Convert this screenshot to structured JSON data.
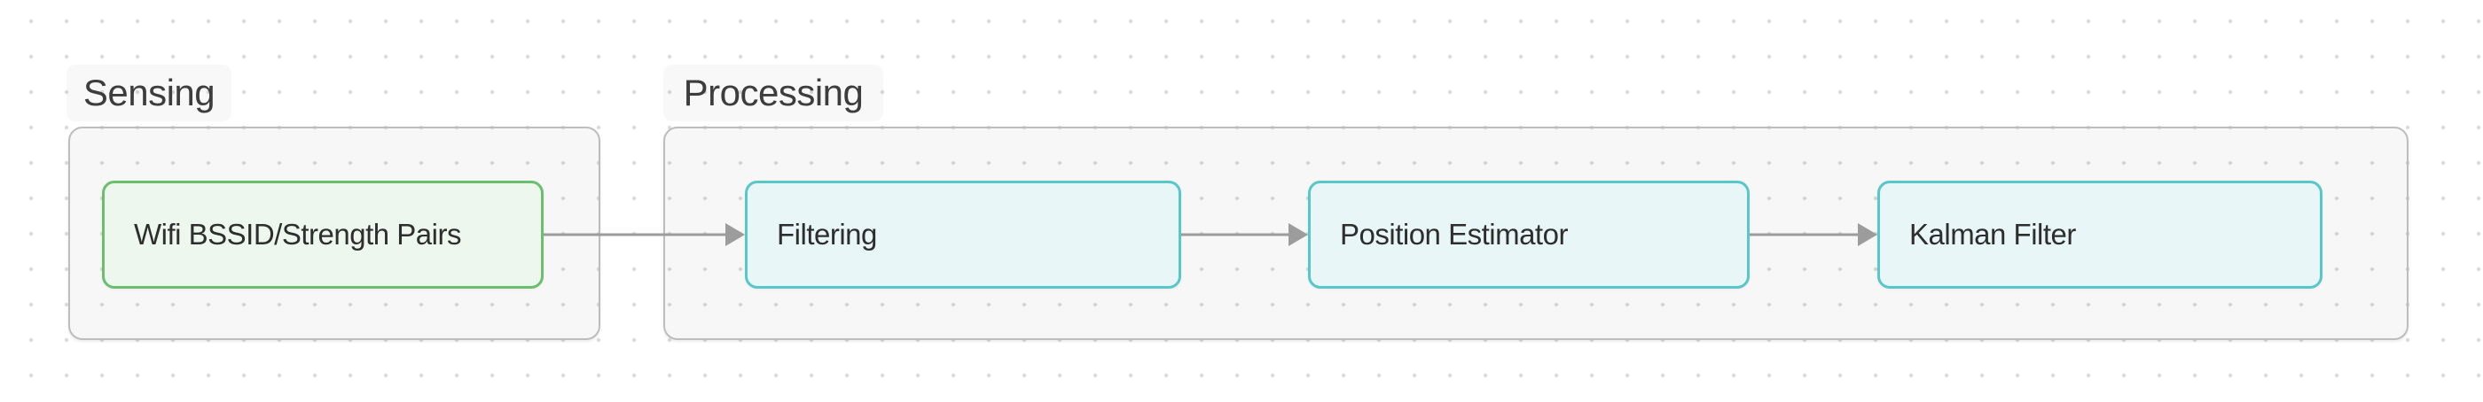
{
  "groups": [
    {
      "label": "Sensing"
    },
    {
      "label": "Processing"
    }
  ],
  "nodes": [
    {
      "label": "Wifi BSSID/Strength Pairs",
      "style": "green",
      "group": "Sensing"
    },
    {
      "label": "Filtering",
      "style": "teal",
      "group": "Processing"
    },
    {
      "label": "Position Estimator",
      "style": "teal",
      "group": "Processing"
    },
    {
      "label": "Kalman Filter",
      "style": "teal",
      "group": "Processing"
    }
  ],
  "edges": [
    {
      "from": "Wifi BSSID/Strength Pairs",
      "to": "Filtering"
    },
    {
      "from": "Filtering",
      "to": "Position Estimator"
    },
    {
      "from": "Position Estimator",
      "to": "Kalman Filter"
    }
  ],
  "colors": {
    "node_green_border": "#6abf6e",
    "node_green_fill": "#edf7ed",
    "node_teal_border": "#57c7c9",
    "node_teal_fill": "#e9f6f7",
    "group_border": "#bdbdbd",
    "group_fill": "#f7f7f7",
    "arrow": "#9c9c9c",
    "grid_dot": "#dcdcdc",
    "text": "#2e2e2e"
  }
}
